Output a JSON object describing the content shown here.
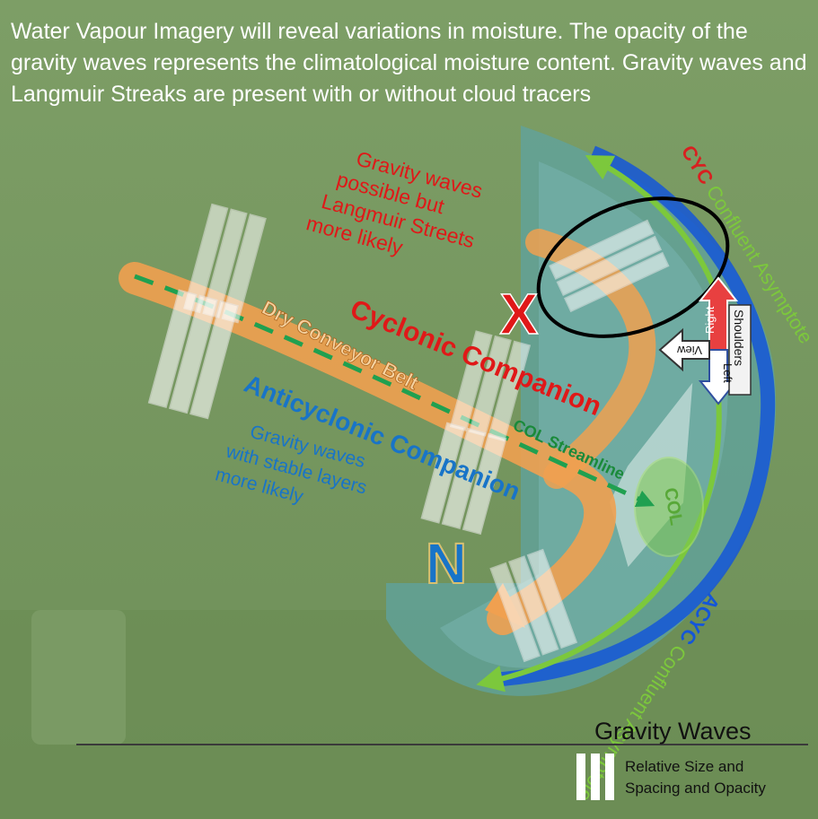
{
  "header": {
    "text": "Water Vapour Imagery will reveal variations in moisture. The opacity of the gravity waves represents the climatological moisture content. Gravity waves and Langmuir Streaks are present with or without cloud tracers"
  },
  "labels": {
    "red_note_lines": [
      "Gravity waves",
      "possible but",
      "Langmuir Streets",
      "more likely"
    ],
    "blue_note_lines": [
      "Gravity waves",
      "with stable layers",
      "more likely"
    ],
    "cyclonic_companion": "Cyclonic Companion",
    "anticyclonic_companion": "Anticyclonic Companion",
    "dry_conveyor_belt": "Dry Conveyor Belt",
    "col_streamline": "COL Streamline",
    "col": "COL",
    "cyc_confluent_asymptote": "CYC Confluent Asymptote",
    "acyc_confluent_asymptote": "ACYC Confluent Asymptote",
    "marker_x": "X",
    "marker_n": "N",
    "shoulders": "Shoulders",
    "right": "Right",
    "left": "Left",
    "view": "View"
  },
  "legend": {
    "title": "Gravity Waves",
    "line1": "Relative Size and",
    "line2": "Spacing and Opacity"
  },
  "colors": {
    "background": "#7a9a64",
    "orange_belt": "#f0a050",
    "cyclonic_red": "#e01818",
    "anticyclonic_blue": "#1874c8",
    "asymptote_green": "#7cc83c",
    "asymptote_blue": "#1456d8",
    "col_green": "#58a838"
  }
}
